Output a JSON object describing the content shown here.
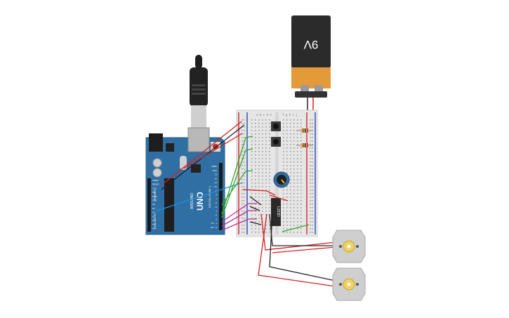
{
  "battery": {
    "label": "9V"
  },
  "arduino": {
    "model": "UNO",
    "brand_text": "ARDUINO",
    "digital_header": "DIGITAL (PWM~)",
    "analog_header": "ANALOG IN",
    "power_header": "POWER",
    "pin_labels_right": [
      "AREF",
      "GND",
      "13",
      "12",
      "~11",
      "~10",
      "~9",
      "8",
      "7",
      "~6",
      "~5",
      "4",
      "~3",
      "2",
      "TX→1",
      "RX←0"
    ],
    "pin_labels_left": [
      "IOREF",
      "RESET",
      "3.3V",
      "5V",
      "GND",
      "GND",
      "Vin",
      "A0",
      "A1",
      "A2",
      "A3",
      "A4",
      "A5"
    ]
  },
  "breadboard": {
    "column_letters_left": "a b c d e",
    "column_letters_right": "f g h i j"
  },
  "ic": {
    "label": "L293D"
  },
  "colors": {
    "board": "#2f6fa3",
    "breadboard": "#e6e6e6",
    "wire_red": "#d42020",
    "wire_black": "#222222",
    "wire_green": "#2fa82f",
    "wire_blue": "#1f8fd6",
    "wire_magenta": "#c0309a",
    "battery_top": "#2b2b2b",
    "battery_band": "#e59a3a"
  }
}
